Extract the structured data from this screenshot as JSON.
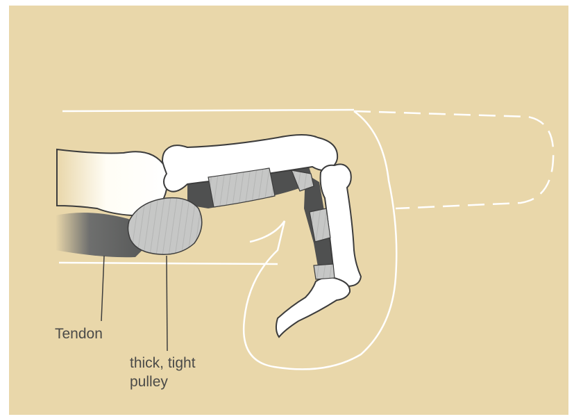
{
  "labels": {
    "tendon": "Tendon",
    "pulley_line1": "thick, tight",
    "pulley_line2": "pulley"
  },
  "colors": {
    "background": "#e9d7aa",
    "bone": "#ffffff",
    "outline": "#3c3c3c",
    "pulley": "#c6c7c6",
    "tendon": "#5a5b5b",
    "finger_outline": "#ffffff",
    "label_text": "#4a4a48"
  }
}
